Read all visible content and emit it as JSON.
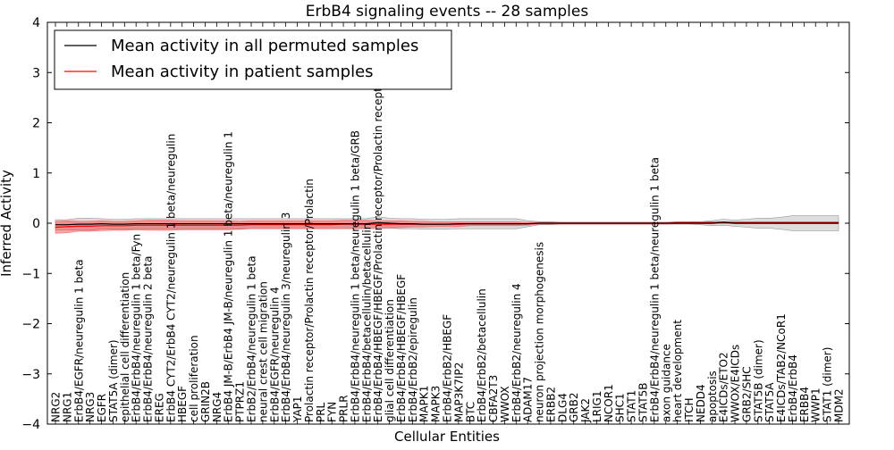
{
  "chart_data": {
    "type": "line",
    "title": "ErbB4 signaling events -- 28 samples",
    "xlabel": "Cellular Entities",
    "ylabel": "Inferred Activity",
    "ylim": [
      -4,
      4
    ],
    "yticks": [
      "4",
      "3",
      "2",
      "1",
      "0",
      "−1",
      "−2",
      "−3",
      "−4"
    ],
    "grid": false,
    "legend_position": "top-left",
    "categories": [
      "NRG2",
      "NRG1",
      "ErbB4/EGFR/neuregulin 1 beta",
      "NRG3",
      "EGFR",
      "STAT5A (dimer)",
      "epithelial cell differentiation",
      "ErbB4/ErbB4/neuregulin 1 beta/Fyn",
      "ErbB4/ErbB4/neuregulin 2 beta",
      "EREG",
      "ErbB4 CYT2/ErbB4 CYT2/neuregulin 1 beta/neuregulin",
      "HBEGF",
      "cell proliferation",
      "GRIN2B",
      "NRG4",
      "ErbB4 JM-B/ErbB4 JM-B/neuregulin 1 beta/neuregulin 1",
      "PTPRZ1",
      "ErbB2/ErbB4/neuregulin 1 beta",
      "neural crest cell migration",
      "ErbB4/EGFR/neuregulin 4",
      "ErbB4/ErbB4/neuregulin 3/neuregulin 3",
      "YAP1",
      "Prolactin receptor/Prolactin receptor/Prolactin",
      "PRL",
      "FYN",
      "PRLR",
      "ErbB4/ErbB4/neuregulin 1 beta/neuregulin 1 beta/GRB",
      "ErbB4/ErbB4/betacellulin/betacellulin",
      "ErbB4/ErbB4/HBEGF/HBEGF/Prolactin receptor/Prolactin receptor/Prolac",
      "glial cell differentiation",
      "ErbB4/ErbB4/HBEGF/HBEGF",
      "ErbB4/ErbB2/epiregulin",
      "MAPK1",
      "MAPK3",
      "ErbB4/ErbB2/HBEGF",
      "MAP3K7IP2",
      "BTC",
      "ErbB4/ErbB2/betacellulin",
      "CBFA2T3",
      "WWOX",
      "ErbB4/ErbB2/neuregulin 4",
      "ADAM17",
      "neuron projection morphogenesis",
      "ERBB2",
      "DLG4",
      "GRB2",
      "JAK2",
      "LRIG1",
      "NCOR1",
      "SHC1",
      "STAT1",
      "STAT5B",
      "ErbB4/ErbB4/neuregulin 1 beta/neuregulin 1 beta",
      "axon guidance",
      "heart development",
      "ITCH",
      "NEDD4",
      "apoptosis",
      "E4ICDs/ETO2",
      "WWOX/E4ICDs",
      "GRB2/SHC",
      "STAT5B (dimer)",
      "STAT5A",
      "E4ICDs/TAB2/NCoR1",
      "ErbB4/ErbB4",
      "ERBB4",
      "WWP1",
      "STAT1 (dimer)",
      "MDM2"
    ],
    "series": [
      {
        "name": "Mean activity in all permuted samples",
        "color": "#000000",
        "values": [
          -0.03,
          -0.03,
          -0.02,
          -0.02,
          -0.01,
          -0.02,
          -0.02,
          -0.01,
          -0.01,
          -0.01,
          -0.01,
          -0.01,
          -0.01,
          -0.01,
          -0.01,
          -0.01,
          -0.01,
          -0.01,
          -0.01,
          -0.01,
          -0.01,
          -0.01,
          -0.01,
          -0.01,
          -0.01,
          -0.01,
          -0.01,
          -0.01,
          0.01,
          0.0,
          -0.01,
          -0.01,
          -0.02,
          -0.02,
          -0.02,
          -0.01,
          -0.01,
          -0.01,
          -0.01,
          -0.01,
          -0.01,
          -0.01,
          0.0,
          0.0,
          0.0,
          0.0,
          0.0,
          0.0,
          0.0,
          0.0,
          0.0,
          0.0,
          0.0,
          0.0,
          0.0,
          0.0,
          0.0,
          0.0,
          0.02,
          0.0,
          0.0,
          0.0,
          0.0,
          0.0,
          0.0,
          0.0,
          0.0,
          0.0,
          0.0,
          0.01
        ],
        "band": [
          0.1,
          0.1,
          0.12,
          0.12,
          0.1,
          0.1,
          0.1,
          0.1,
          0.1,
          0.1,
          0.1,
          0.1,
          0.1,
          0.1,
          0.1,
          0.1,
          0.1,
          0.1,
          0.1,
          0.1,
          0.1,
          0.1,
          0.1,
          0.1,
          0.1,
          0.1,
          0.1,
          0.1,
          0.12,
          0.1,
          0.1,
          0.1,
          0.1,
          0.1,
          0.1,
          0.1,
          0.1,
          0.1,
          0.1,
          0.1,
          0.1,
          0.06,
          0.03,
          0.03,
          0.02,
          0.02,
          0.02,
          0.02,
          0.02,
          0.02,
          0.02,
          0.02,
          0.02,
          0.02,
          0.02,
          0.02,
          0.03,
          0.05,
          0.06,
          0.06,
          0.08,
          0.1,
          0.1,
          0.12,
          0.15,
          0.15,
          0.15,
          0.15,
          0.15,
          0.15
        ]
      },
      {
        "name": "Mean activity in patient samples",
        "color": "#ff0000",
        "values": [
          -0.08,
          -0.07,
          -0.06,
          -0.06,
          -0.05,
          -0.05,
          -0.05,
          -0.04,
          -0.04,
          -0.04,
          -0.04,
          -0.04,
          -0.04,
          -0.04,
          -0.04,
          -0.04,
          -0.04,
          -0.03,
          -0.03,
          -0.03,
          -0.03,
          -0.03,
          -0.03,
          -0.03,
          -0.03,
          -0.02,
          -0.02,
          -0.02,
          -0.02,
          -0.02,
          -0.02,
          -0.02,
          -0.02,
          -0.02,
          -0.02,
          -0.02,
          -0.01,
          -0.01,
          -0.01,
          -0.01,
          -0.01,
          -0.01,
          0.0,
          0.0,
          0.0,
          0.0,
          0.0,
          0.0,
          0.0,
          0.0,
          0.0,
          0.0,
          0.0,
          0.0,
          0.01,
          0.01,
          0.01,
          0.01,
          0.01,
          0.01,
          0.01,
          0.01,
          0.01,
          0.01,
          0.01,
          0.01,
          0.01,
          0.01,
          0.01,
          0.01
        ],
        "band": [
          0.12,
          0.12,
          0.1,
          0.1,
          0.1,
          0.09,
          0.09,
          0.09,
          0.1,
          0.1,
          0.1,
          0.09,
          0.09,
          0.09,
          0.09,
          0.09,
          0.08,
          0.08,
          0.08,
          0.08,
          0.08,
          0.08,
          0.08,
          0.08,
          0.08,
          0.08,
          0.08,
          0.08,
          0.07,
          0.07,
          0.07,
          0.06,
          0.06,
          0.05,
          0.05,
          0.05,
          0.04,
          0.04,
          0.04,
          0.04,
          0.04,
          0.03,
          0.02,
          0.02,
          0.02,
          0.02,
          0.02,
          0.02,
          0.02,
          0.02,
          0.02,
          0.02,
          0.02,
          0.02,
          0.02,
          0.02,
          0.02,
          0.02,
          0.02,
          0.02,
          0.02,
          0.02,
          0.02,
          0.02,
          0.02,
          0.02,
          0.02,
          0.02,
          0.02,
          0.02
        ]
      }
    ]
  }
}
